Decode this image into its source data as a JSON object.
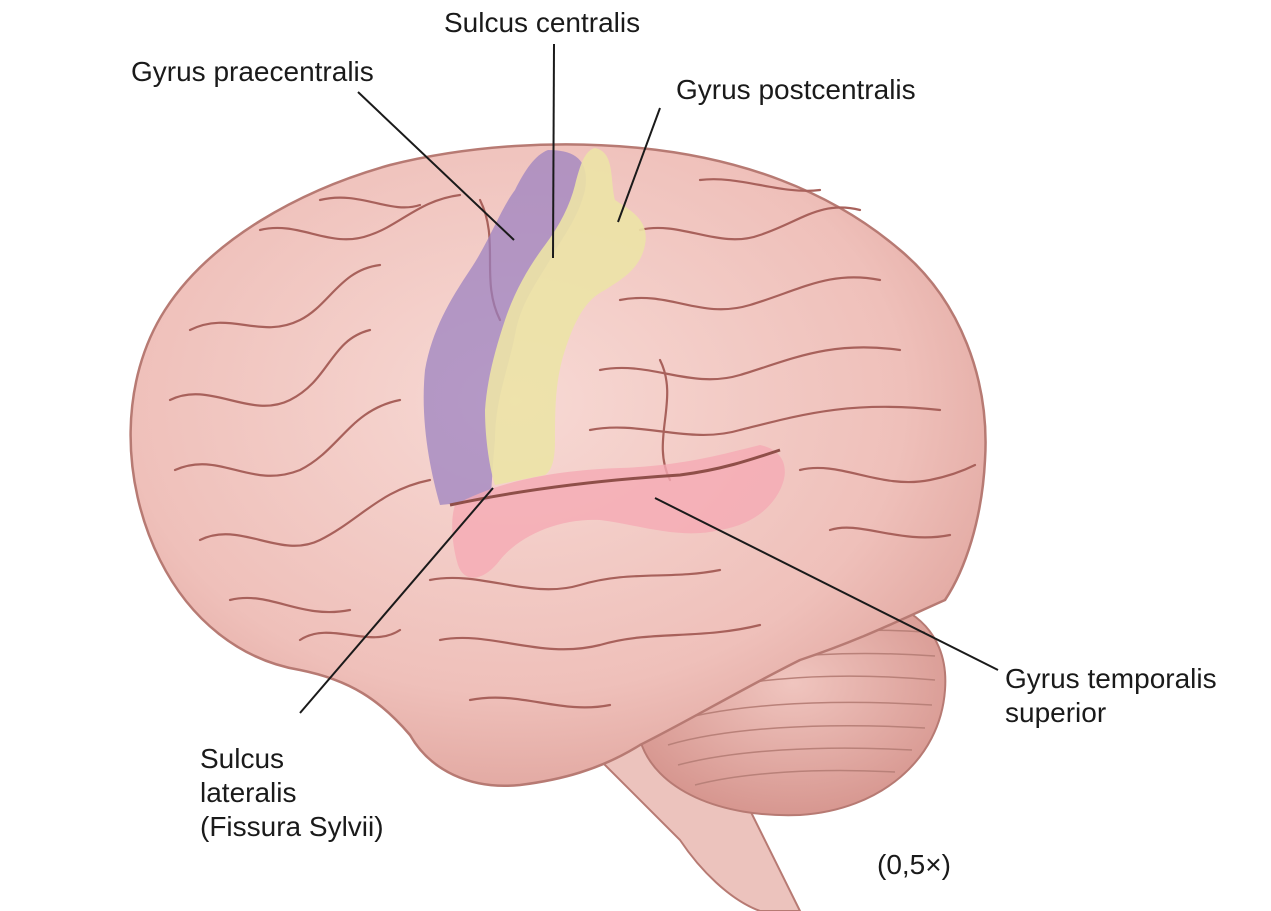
{
  "labels": {
    "sulcus_centralis": "Sulcus centralis",
    "gyrus_praecentralis": "Gyrus praecentralis",
    "gyrus_postcentralis": "Gyrus postcentralis",
    "gyrus_temporalis_superior": [
      "Gyrus temporalis",
      "superior"
    ],
    "sulcus_lateralis": [
      "Sulcus",
      "lateralis",
      "(Fissura Sylvii)"
    ],
    "scale": "(0,5×)"
  },
  "colors": {
    "brain_fill": "#f2c7c1",
    "brain_shadow": "#d99a93",
    "sulcus_line": "#a8615b",
    "praecentral_highlight": "#9a7fc0",
    "postcentral_highlight": "#ece3a6",
    "temporal_highlight": "#f5aab4",
    "cerebellum_fill": "#e9b6af",
    "leader_line": "#1a1a1a"
  }
}
